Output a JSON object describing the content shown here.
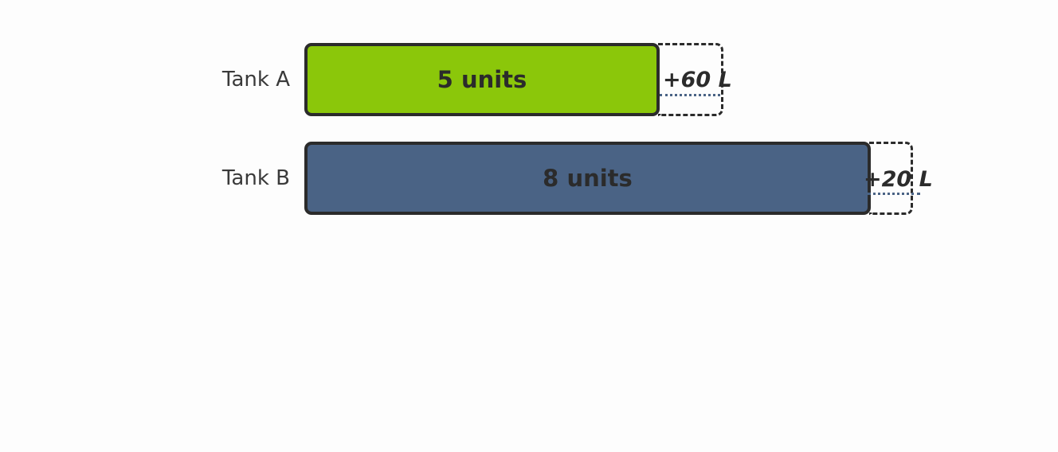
{
  "tanks": [
    {
      "label": "Tank A",
      "units": 5,
      "units_text": "5 units",
      "extra_text": "+60 L",
      "color": "#8bc70a"
    },
    {
      "label": "Tank B",
      "units": 8,
      "units_text": "8 units",
      "extra_text": "+20 L",
      "color": "#4a6385"
    }
  ],
  "colors": {
    "outline": "#2b2b2b",
    "label_text": "#3a3a3a",
    "underline": "#4a6385"
  }
}
